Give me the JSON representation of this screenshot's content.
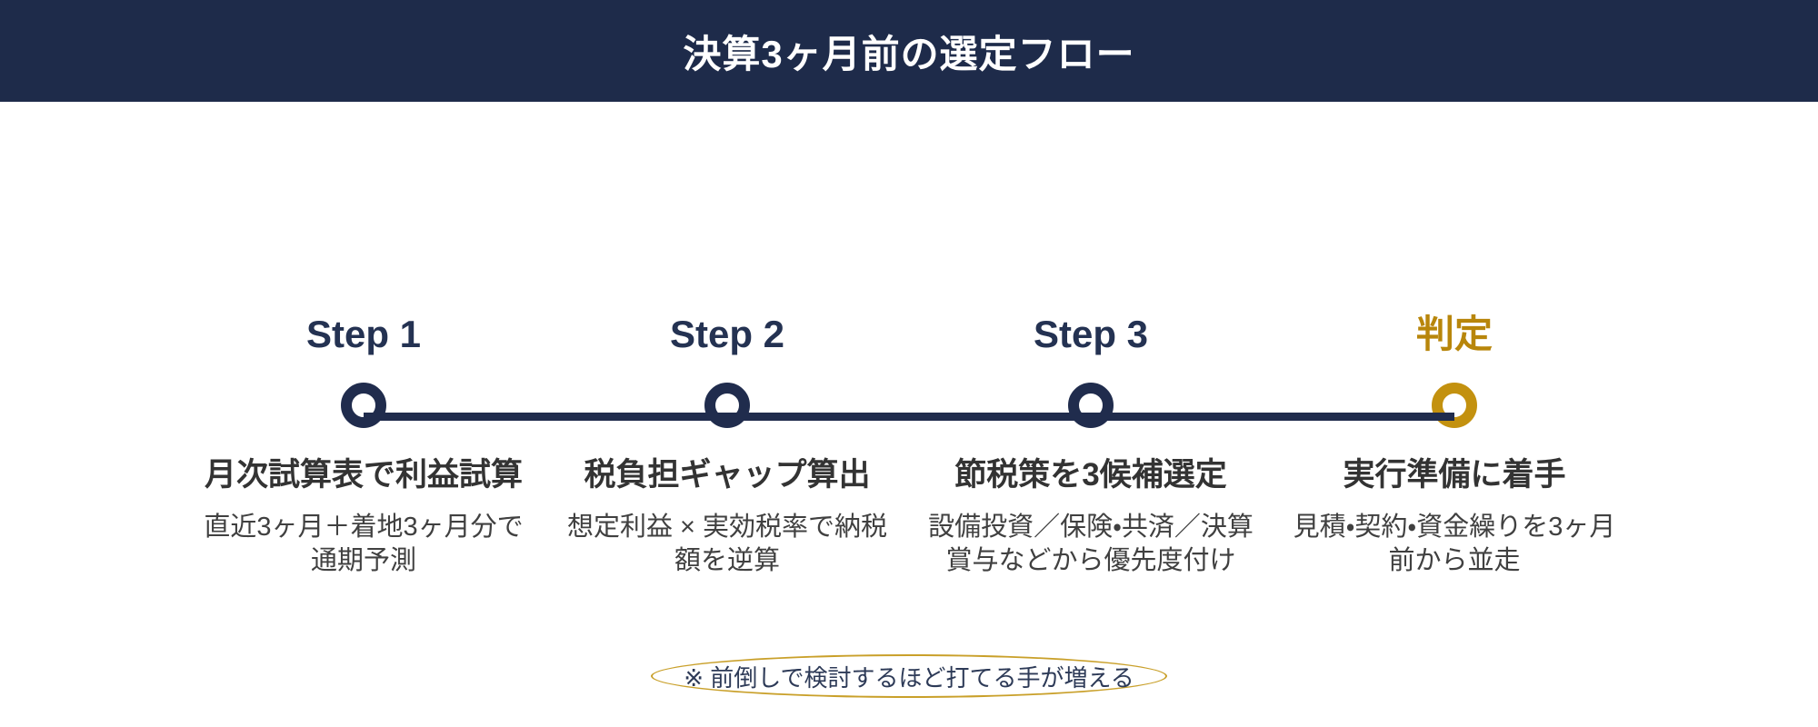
{
  "header": {
    "title": "決算3ヶ月前の選定フロー"
  },
  "steps": [
    {
      "label": "Step 1",
      "title": "月次試算表で利益試算",
      "desc": "直近3ヶ月＋着地3ヶ月分で通期予測",
      "accent": "navy"
    },
    {
      "label": "Step 2",
      "title": "税負担ギャップ算出",
      "desc": "想定利益 × 実効税率で納税額を逆算",
      "accent": "navy"
    },
    {
      "label": "Step 3",
      "title": "節税策を3候補選定",
      "desc": "設備投資／保険・共済／決算賞与などから優先度付け",
      "accent": "navy"
    },
    {
      "label": "判定",
      "title": "実行準備に着手",
      "desc": "見積・契約・資金繰りを3ヶ月前から並走",
      "accent": "gold"
    }
  ],
  "note": {
    "text": "※ 前倒しで検討するほど打てる手が増える"
  },
  "colors": {
    "header_bg": "#1e2b4a",
    "navy_element": "#202c4d",
    "step_label_navy": "#243252",
    "gold_text": "#b8860b",
    "gold_circle": "#c3910f",
    "note_ellipse_stroke": "#c9a02a",
    "note_text": "#2d3a57",
    "step_title_text": "#333333",
    "step_desc_text": "#404040",
    "background": "#ffffff"
  }
}
